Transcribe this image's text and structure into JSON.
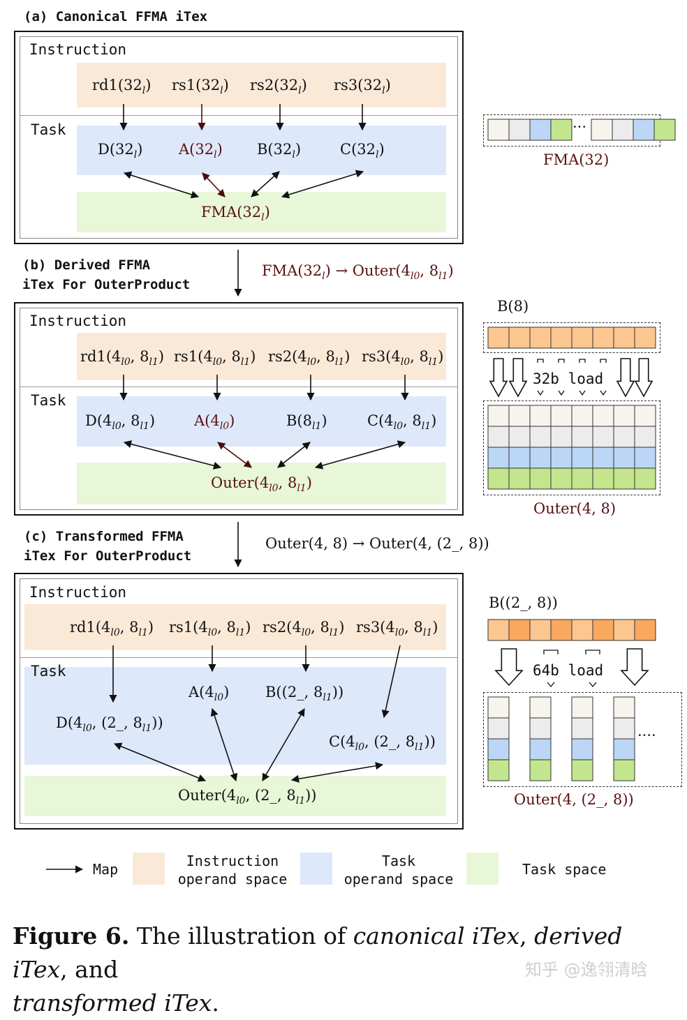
{
  "sections": {
    "a_title": "(a) Canonical FFMA iTex",
    "b_title_line1": "(b) Derived FFMA",
    "b_title_line2": "iTex For OuterProduct",
    "c_title_line1": "(c) Transformed FFMA",
    "c_title_line2": "iTex For OuterProduct"
  },
  "labels": {
    "instruction": "Instruction",
    "task": "Task"
  },
  "panel_a": {
    "operands": [
      "rd1(32",
      "rs1(32",
      "rs2(32",
      "rs3(32"
    ],
    "tasks": [
      "D(32",
      "A(32",
      "B(32",
      "C(32"
    ],
    "space": "FMA(32",
    "sub": "l"
  },
  "panel_b": {
    "ops": [
      {
        "pre": "rd1(4",
        "s1": "l0",
        "mid": ", 8",
        "s2": "l1",
        "post": ")"
      },
      {
        "pre": "rs1(4",
        "s1": "l0",
        "mid": ", 8",
        "s2": "l1",
        "post": ")"
      },
      {
        "pre": "rs2(4",
        "s1": "l0",
        "mid": ", 8",
        "s2": "l1",
        "post": ")"
      },
      {
        "pre": "rs3(4",
        "s1": "l0",
        "mid": ", 8",
        "s2": "l1",
        "post": ")"
      }
    ],
    "tasks": [
      {
        "pre": "D(4",
        "s1": "l0",
        "mid": ", 8",
        "s2": "l1",
        "post": ")"
      },
      {
        "pre": "A(4",
        "s1": "l0",
        "mid": "",
        "s2": "",
        "post": ")"
      },
      {
        "pre": "B(8",
        "s1": "l1",
        "mid": "",
        "s2": "",
        "post": ")"
      },
      {
        "pre": "C(4",
        "s1": "l0",
        "mid": ", 8",
        "s2": "l1",
        "post": ")"
      }
    ],
    "space": {
      "pre": "Outer(4",
      "s1": "l0",
      "mid": ", 8",
      "s2": "l1",
      "post": ")"
    }
  },
  "panel_c": {
    "ops": [
      {
        "pre": "rd1(4",
        "s1": "l0",
        "mid": ", 8",
        "s2": "l1",
        "post": ")"
      },
      {
        "pre": "rs1(4",
        "s1": "l0",
        "mid": ", 8",
        "s2": "l1",
        "post": ")"
      },
      {
        "pre": "rs2(4",
        "s1": "l0",
        "mid": ", 8",
        "s2": "l1",
        "post": ")"
      },
      {
        "pre": "rs3(4",
        "s1": "l0",
        "mid": ", 8",
        "s2": "l1",
        "post": ")"
      }
    ],
    "task_d": {
      "pre": "D(4",
      "s1": "l0",
      "mid": ", (2_, 8",
      "s2": "l1",
      "post": "))"
    },
    "task_a": {
      "pre": "A(4",
      "s1": "l0",
      "mid": "",
      "s2": "",
      "post": ")"
    },
    "task_b": {
      "pre": "B((2_, 8",
      "s1": "l1",
      "mid": "",
      "s2": "",
      "post": "))"
    },
    "task_c": {
      "pre": "C(4",
      "s1": "l0",
      "mid": ", (2_, 8",
      "s2": "l1",
      "post": "))"
    },
    "space": {
      "pre": "Outer(4",
      "s1": "l0",
      "mid": ", (2_, 8",
      "s2": "l1",
      "post": "))"
    }
  },
  "transforms": {
    "ab_pre": "FMA(32",
    "ab_sub": "l",
    "ab_mid": ") → Outer(4",
    "ab_s1": "l0",
    "ab_mid2": ", 8",
    "ab_s2": "l1",
    "ab_post": ")",
    "bc": "Outer(4, 8) → Outer(4, (2_, 8))"
  },
  "side": {
    "fma_label": "FMA(32)",
    "fma_dots": "···",
    "b8_label": "B(8)",
    "load32": "32b  load",
    "outer48_label": "Outer(4, 8)",
    "b28_label": "B((2_, 8))",
    "load64": "64b  load",
    "outer_c_label": "Outer(4, (2_, 8))",
    "outer_c_dots": "····"
  },
  "legend": {
    "map": "Map",
    "instr_line1": "Instruction",
    "instr_line2": "operand space",
    "task_line1": "Task",
    "task_line2": "operand space",
    "task_space": "Task space"
  },
  "caption": {
    "fig": "Figure 6.",
    "t1": " The illustration of ",
    "i1": "canonical iTex",
    "t2": ", ",
    "i2": "derived iTex",
    "t3": ", and",
    "i3": "transformed iTex",
    "t4": "."
  },
  "watermark": "知乎 @逸翎清晗",
  "colors": {
    "instruction_operand": "#fbe9d7",
    "task_operand": "#dde8fb",
    "task_space": "#e7f7d8",
    "cell_white": "#f6f4ec",
    "cell_gray": "#ececec",
    "cell_blue": "#bcd6f5",
    "cell_green": "#c3e58e",
    "cell_orange": "#fbc690",
    "cell_orange_dark": "#f9a860"
  }
}
